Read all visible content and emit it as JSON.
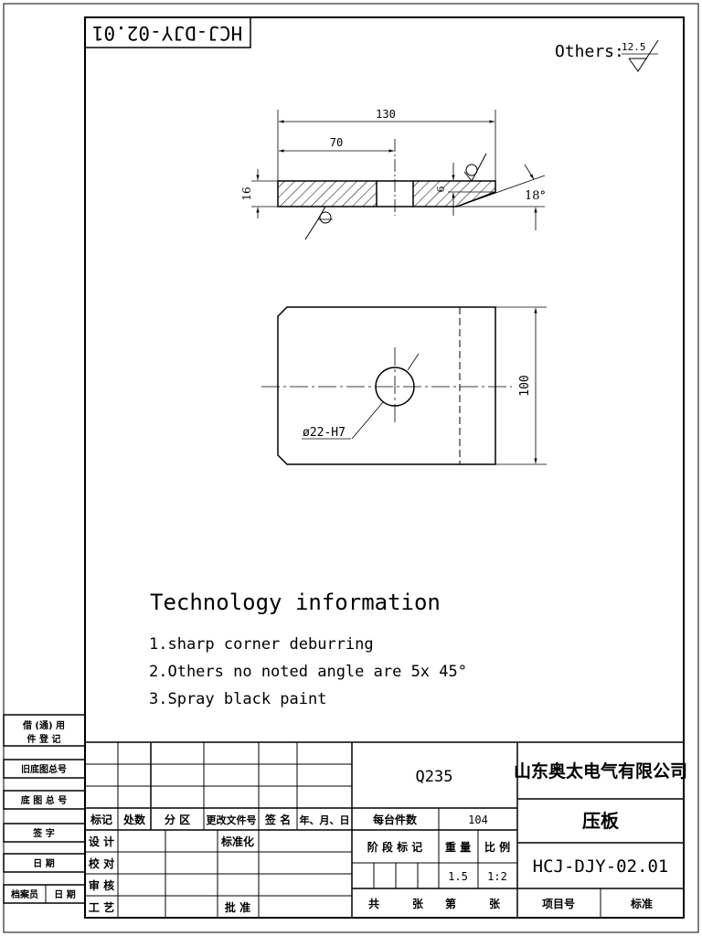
{
  "drawing_number_rotated": "HCJ-DJY-02.01",
  "roughness": {
    "label": "Others:",
    "value": "12.5"
  },
  "dimensions": {
    "total_length": "130",
    "hole_center": "70",
    "thickness": "16",
    "chamfer_depth": "6",
    "angle": "18°",
    "width": "100",
    "hole_callout": "ø22-H7"
  },
  "tech": {
    "title": "Technology information",
    "items": [
      "1.sharp corner deburring",
      "2.Others no noted angle are 5x 45°",
      "3.Spray black paint"
    ]
  },
  "side_block": {
    "borrow_line1": "借 (通) 用",
    "borrow_line2": "件 登 记",
    "old_base_total": "旧底图总号",
    "base_total": "底 图 总 号",
    "signature": "签   字",
    "date": "日   期",
    "archivist": "档案员",
    "date2": "日 期"
  },
  "title_block": {
    "material": "Q235",
    "company": "山东奥太电气有限公司",
    "part_name": "压板",
    "drawing_number": "HCJ-DJY-02.01",
    "mark": "标记",
    "count": "处数",
    "zone": "分 区",
    "change_doc": "更改文件号",
    "sign": "签 名",
    "ymd": "年、月、日",
    "per_unit_qty_label": "每台件数",
    "per_unit_qty_value": "104",
    "design": "设 计",
    "standardize": "标准化",
    "check": "校 对",
    "review": "审 核",
    "process": "工 艺",
    "approve": "批 准",
    "stage_mark": "阶 段 标 记",
    "weight_label": "重 量",
    "scale_label": "比 例",
    "weight_value": "1.5",
    "scale_value": "1:2",
    "total_label": "共",
    "sheets_label": "张",
    "page_label": "第",
    "page_sheets_label": "张",
    "project_no": "项目号",
    "standard": "标准"
  }
}
